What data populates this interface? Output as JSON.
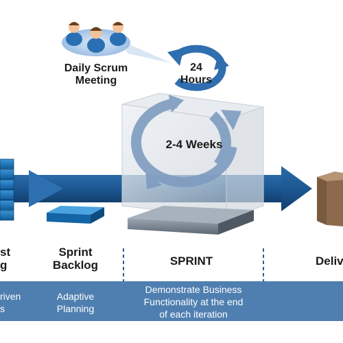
{
  "labels": {
    "daily_scrum_line1": "Daily Scrum",
    "daily_scrum_line2": "Meeting",
    "hours_line1": "24",
    "hours_line2": "Hours",
    "weeks": "2-4 Weeks",
    "product_backlog_partial_line1": "st",
    "product_backlog_partial_line2": "g",
    "sprint_backlog_line1": "Sprint",
    "sprint_backlog_line2": "Backlog",
    "sprint": "SPRINT",
    "deliverable_partial": "Deliv"
  },
  "strip": {
    "col1_line1": "riven",
    "col1_line2": "s",
    "col2_line1": "Adaptive",
    "col2_line2": "Planning",
    "col3_line1": "Demonstrate Business",
    "col3_line2": "Functionality at the end",
    "col3_line3": "of each iteration"
  },
  "colors": {
    "arrow": "#1e5b96",
    "strip": "#4f7fb0",
    "cycle": "#7e9cc0",
    "box": "#8d6a4e",
    "blue_block": "#1a73b8",
    "divider": "#2f5f8f"
  },
  "icons": [
    "people-icon",
    "cycle-24h-icon",
    "cycle-sprint-icon",
    "product-backlog-stack-icon",
    "sprint-backlog-block-icon",
    "deliverable-box-icon"
  ]
}
